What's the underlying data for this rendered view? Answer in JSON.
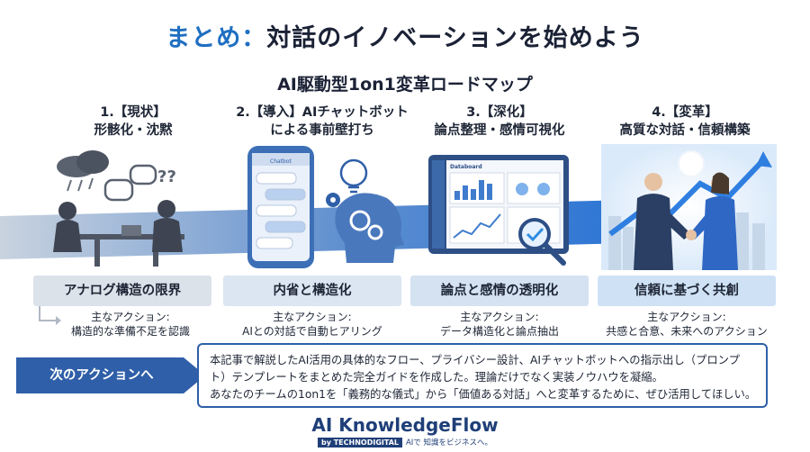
{
  "header": {
    "title_highlight": "まとめ：",
    "title_rest": "対話のイノベーションを始めよう",
    "subtitle": "AI駆動型1on1変革ロードマップ"
  },
  "stages": [
    {
      "line1": "1.【現状】",
      "line2": "形骸化・沈黙",
      "label": "アナログ構造の限界",
      "action_title": "主なアクション:",
      "action_text": "構造的な準備不足を認識"
    },
    {
      "line1": "2.【導入】AIチャットボット",
      "line2": "による事前壁打ち",
      "label": "内省と構造化",
      "action_title": "主なアクション:",
      "action_text": "AIとの対話で自動ヒアリング",
      "screen_title": "Chatbot"
    },
    {
      "line1": "3.【深化】",
      "line2": "論点整理・感情可視化",
      "label": "論点と感情の透明化",
      "action_title": "主なアクション:",
      "action_text": "データ構造化と論点抽出",
      "dashboard_title": "Databoard"
    },
    {
      "line1": "4.【変革】",
      "line2": "高質な対話・信頼構築",
      "label": "信頼に基づく共創",
      "action_title": "主なアクション:",
      "action_text": "共感と合意、未来へのアクション"
    }
  ],
  "next_action": {
    "button": "次のアクションへ"
  },
  "summary": {
    "line1": "本記事で解説したAI活用の具体的なフロー、プライバシー設計、AIチャットボットへの指示出し（プロンプ",
    "line2": "ト）テンプレートをまとめた完全ガイドを作成した。理論だけでなく実装ノウハウを凝縮。",
    "line3": "あなたのチームの1on1を「義務的な儀式」から「価値ある対話」へと変革するために、ぜひ活用してほしい。"
  },
  "brand": {
    "name": "AI KnowledgeFlow",
    "by": "by TECHNODIGITAL",
    "tagline": "AIで 知識をビジネスへ。"
  },
  "colors": {
    "accent": "#1f6fc1",
    "navy": "#2f5fa8",
    "label_bg": "#dbe6f2",
    "label_bg_last": "#cfe1f5"
  }
}
